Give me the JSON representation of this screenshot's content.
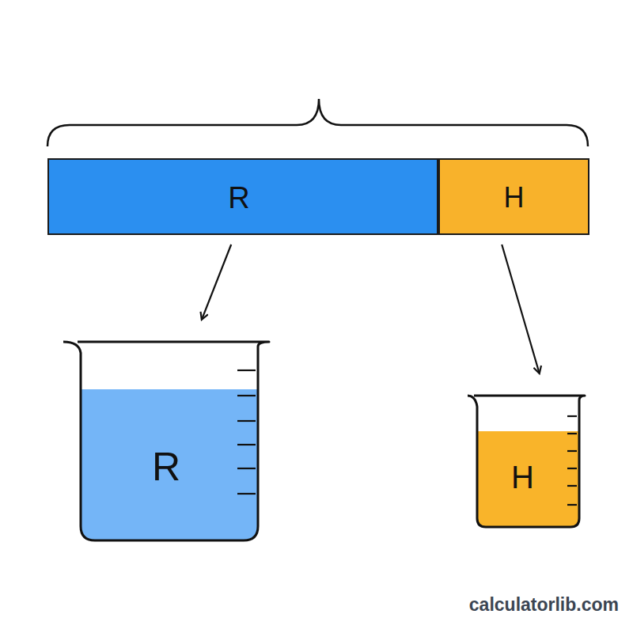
{
  "diagram": {
    "nodes": [
      {
        "text": [
          "R"
        ]
      },
      {
        "text": [
          "H"
        ]
      },
      {
        "text": [
          "R"
        ]
      },
      {
        "text": [
          "H"
        ]
      }
    ],
    "edges": [
      {
        "from": 0,
        "to": 2,
        "arrow": "to"
      },
      {
        "from": 1,
        "to": 3,
        "arrow": "to"
      }
    ],
    "labels": [
      "calculatorlib.com"
    ]
  }
}
